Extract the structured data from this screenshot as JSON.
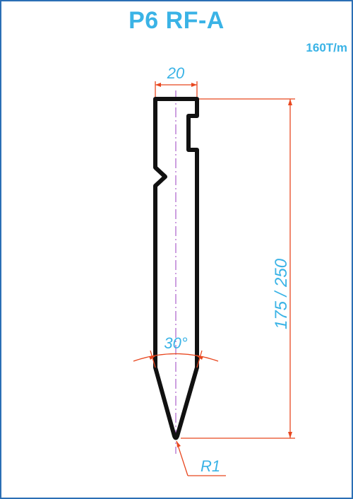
{
  "header": {
    "title": "P6 RF-A",
    "capacity": "160T/m"
  },
  "dimensions": {
    "width": "20",
    "height": "175 / 250",
    "angle": "30°",
    "radius": "R1"
  },
  "colors": {
    "frame": "#2b6fb5",
    "text": "#3ab3e6",
    "dimension_line": "#e8471f",
    "profile": "#111111",
    "centerline": "#9b3fbf"
  }
}
